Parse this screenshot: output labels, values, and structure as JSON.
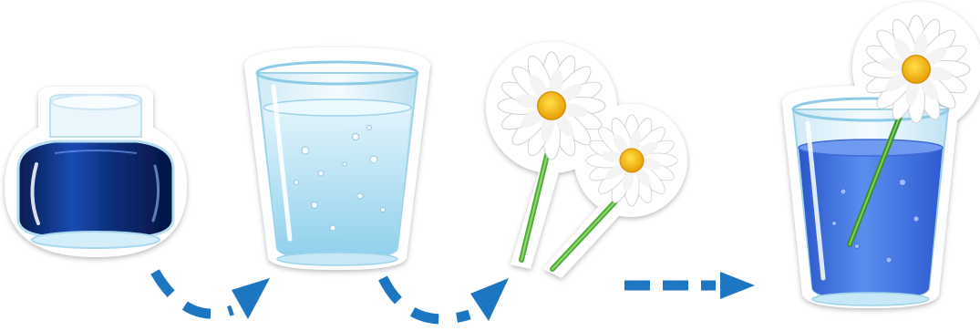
{
  "steps": [
    {
      "item": "ink-bottle",
      "liquid_color": "#0d2f7a"
    },
    {
      "item": "glass-of-water",
      "liquid_color": "#bfe4f5"
    },
    {
      "item": "daisies",
      "petal_color": "#ffffff",
      "center_color": "#f6b800",
      "stem_color": "#4fae3a"
    },
    {
      "item": "glass-of-blue-water-with-daisy",
      "liquid_color": "#3d6fe0"
    }
  ],
  "connectors": [
    {
      "from": "ink-bottle",
      "to": "glass-of-water",
      "style": "curved-dashed-arrow"
    },
    {
      "from": "glass-of-water",
      "to": "daisies",
      "style": "curved-dashed-arrow"
    },
    {
      "from": "daisies",
      "to": "glass-of-blue-water-with-daisy",
      "style": "straight-dashed-arrow"
    }
  ],
  "colors": {
    "arrow": "#1c76c2",
    "sticker_outline": "#ffffff",
    "shadow": "#d8d8d8"
  }
}
